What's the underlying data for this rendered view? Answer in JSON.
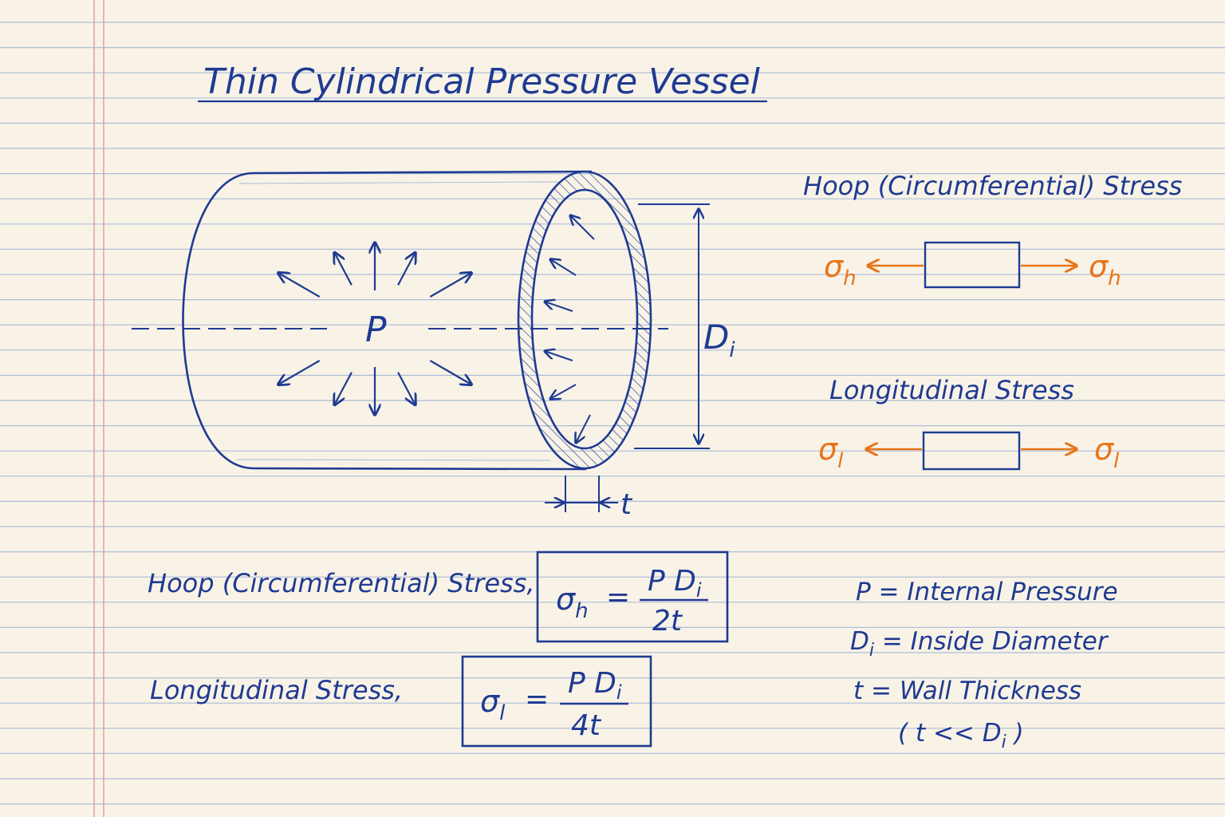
{
  "title": "Thin Cylindrical Pressure Vessel",
  "colors": {
    "ink": "#1f3a93",
    "accent": "#e8751a",
    "paper": "#f8f3e6",
    "rule": "#aebcd8",
    "margin": "#e0a0a0"
  },
  "figure": {
    "pressure_label": "P",
    "diameter_label": "D",
    "diameter_sub": "i",
    "thickness_label": "t"
  },
  "hoop_element": {
    "title": "Hoop (Circumferential) Stress",
    "sym": "σ",
    "sub": "h"
  },
  "long_element": {
    "title": "Longitudinal Stress",
    "sym": "σ",
    "sub": "l"
  },
  "formulas": {
    "hoop": {
      "label": "Hoop (Circumferential) Stress,",
      "lhs": "σ",
      "lhs_sub": "h",
      "eq": "=",
      "num": "P D",
      "num_sub": "i",
      "den": "2t"
    },
    "long": {
      "label": "Longitudinal Stress,",
      "lhs": "σ",
      "lhs_sub": "l",
      "eq": "=",
      "num": "P D",
      "num_sub": "i",
      "den": "4t"
    }
  },
  "legend": {
    "p": "P = Internal Pressure",
    "d_sym": "D",
    "d_sub": "i",
    "d_text": " = Inside Diameter",
    "t": "t = Wall Thickness",
    "cond_pre": "( t << D",
    "cond_sub": "i",
    "cond_post": " )"
  }
}
